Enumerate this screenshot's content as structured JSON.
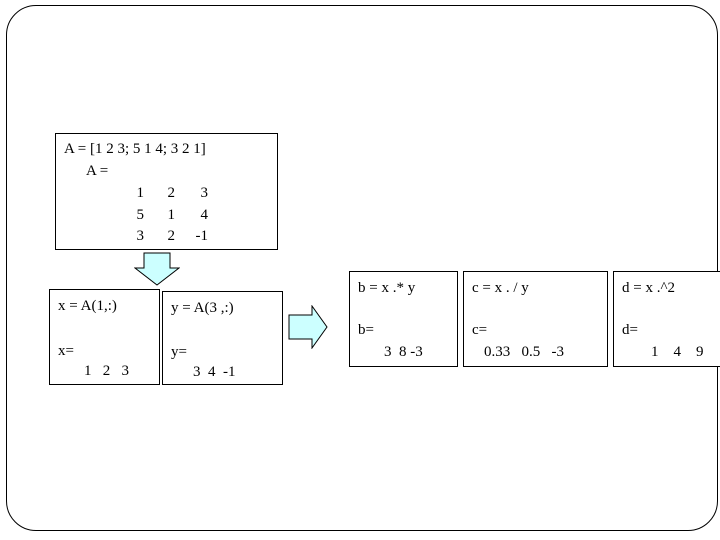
{
  "matrix_box": {
    "command": "A = [1 2 3; 5 1 4; 3 2 1]",
    "label": "A =",
    "rows": [
      [
        "1",
        "2",
        "3"
      ],
      [
        "5",
        "1",
        "4"
      ],
      [
        "3",
        "2",
        "-1"
      ]
    ]
  },
  "x_box": {
    "command": "x = A(1,:)",
    "label": "x=",
    "values": "1   2   3"
  },
  "y_box": {
    "command": "y = A(3 ,:)",
    "label": "y=",
    "values": "3  4  -1"
  },
  "b_box": {
    "command": "b = x .* y",
    "label": "b=",
    "values": "3  8 -3"
  },
  "c_box": {
    "command": "c = x . / y",
    "label": "c=",
    "values": "0.33   0.5   -3"
  },
  "d_box": {
    "command": "d = x .^2",
    "label": "d=",
    "values": "1    4    9"
  },
  "colors": {
    "arrow_fill": "#ccffff",
    "border": "#000000"
  }
}
